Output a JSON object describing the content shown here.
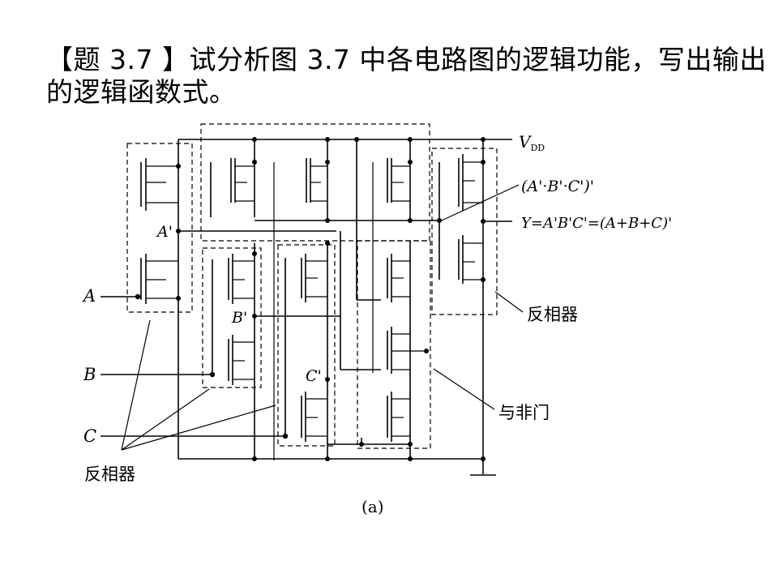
{
  "slide": {
    "title_line1": "【题 3.7 】试分析图 3.7 中各电路图的逻辑功能，写出输出",
    "title_line2": "的逻辑函数式。"
  },
  "diagram": {
    "vdd_label": "V",
    "vdd_sub": "DD",
    "nand_output_label": "(A'·B'·C')'",
    "y_label": "Y=A'B'C'=(A+B+C)'",
    "inverter_right_label": "反相器",
    "nand_gate_label": "与非门",
    "inverters_left_label": "反相器",
    "input_a": "A",
    "input_b": "B",
    "input_c": "C",
    "node_a_prime": "A'",
    "node_b_prime": "B'",
    "node_c_prime": "C'",
    "caption": "(a)"
  }
}
